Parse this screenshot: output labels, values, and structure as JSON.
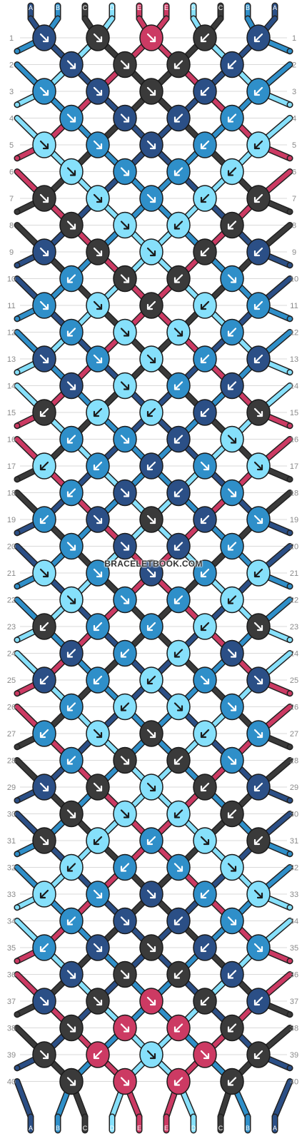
{
  "pattern": {
    "colors": {
      "A": "#2b4f86",
      "B": "#2f8fc9",
      "C": "#3a3a3a",
      "D": "#86e0fb",
      "E": "#cc3a63"
    },
    "top_strings": [
      "A",
      "B",
      "C",
      "D",
      "E",
      "E",
      "D",
      "C",
      "B",
      "A"
    ],
    "bottom_strings": [
      "A",
      "B",
      "C",
      "D",
      "E",
      "E",
      "D",
      "C",
      "B",
      "A"
    ],
    "row_numbers": [
      1,
      2,
      3,
      4,
      5,
      6,
      7,
      8,
      9,
      10,
      11,
      12,
      13,
      14,
      15,
      16,
      17,
      18,
      19,
      20,
      21,
      22,
      23,
      24,
      25,
      26,
      27,
      28,
      29,
      30,
      31,
      32,
      33,
      34,
      35,
      36,
      37,
      38,
      39,
      40
    ],
    "rows": [
      [
        "A:br",
        "C:br",
        "E:br",
        "C:bl",
        "A:bl"
      ],
      [
        "A:br",
        "C:br",
        "C:bl",
        "A:bl"
      ],
      [
        "B:br",
        "A:br",
        "C:br",
        "A:bl",
        "B:bl"
      ],
      [
        "B:br",
        "A:br",
        "A:bl",
        "B:bl"
      ],
      [
        "D:br",
        "B:br",
        "A:br",
        "B:bl",
        "D:bl"
      ],
      [
        "D:br",
        "B:br",
        "B:bl",
        "D:bl"
      ],
      [
        "C:br",
        "D:br",
        "B:br",
        "D:bl",
        "C:bl"
      ],
      [
        "C:br",
        "D:br",
        "D:bl",
        "C:bl"
      ],
      [
        "A:br",
        "C:br",
        "D:br",
        "C:bl",
        "A:bl"
      ],
      [
        "B:bl",
        "C:br",
        "C:bl",
        "B:br"
      ],
      [
        "B:br",
        "D:br",
        "C:bl",
        "D:bl",
        "B:bl"
      ],
      [
        "B:bl",
        "D:br",
        "D:br",
        "B:bl"
      ],
      [
        "A:br",
        "B:br",
        "D:br",
        "B:bl",
        "A:bl"
      ],
      [
        "A:br",
        "D:br",
        "B:bl",
        "A:bl"
      ],
      [
        "C:bl",
        "D:bl",
        "D:bl",
        "A:bl",
        "C:br"
      ],
      [
        "B:bl",
        "B:br",
        "A:bl",
        "D:br"
      ],
      [
        "D:bl",
        "B:bl",
        "A:bl",
        "B:br",
        "D:br"
      ],
      [
        "B:bl",
        "A:br",
        "A:bl",
        "B:br"
      ],
      [
        "B:bl",
        "A:br",
        "C:br",
        "A:bl",
        "B:br"
      ],
      [
        "B:br",
        "A:br",
        "A:bl",
        "B:bl"
      ],
      [
        "D:br",
        "B:br",
        "A:br",
        "B:bl",
        "D:bl"
      ],
      [
        "D:br",
        "B:br",
        "B:bl",
        "D:bl"
      ],
      [
        "C:bl",
        "B:bl",
        "B:bl",
        "D:bl",
        "C:br"
      ],
      [
        "A:bl",
        "B:bl",
        "D:bl",
        "A:br"
      ],
      [
        "A:bl",
        "B:bl",
        "D:bl",
        "B:br",
        "A:br"
      ],
      [
        "B:bl",
        "D:bl",
        "D:br",
        "B:br"
      ],
      [
        "B:bl",
        "D:br",
        "C:br",
        "D:bl",
        "B:br"
      ],
      [
        "B:bl",
        "C:br",
        "C:bl",
        "B:br"
      ],
      [
        "A:br",
        "C:br",
        "D:br",
        "C:bl",
        "A:bl"
      ],
      [
        "C:br",
        "D:br",
        "D:bl",
        "C:bl"
      ],
      [
        "C:br",
        "D:bl",
        "B:bl",
        "D:br",
        "C:bl"
      ],
      [
        "D:bl",
        "B:bl",
        "B:br",
        "D:br"
      ],
      [
        "D:bl",
        "B:br",
        "A:br",
        "B:bl",
        "D:br"
      ],
      [
        "B:bl",
        "A:br",
        "A:bl",
        "B:br"
      ],
      [
        "B:bl",
        "A:br",
        "C:br",
        "A:bl",
        "B:br"
      ],
      [
        "A:br",
        "C:br",
        "C:bl",
        "A:bl"
      ],
      [
        "A:br",
        "C:br",
        "E:br",
        "C:bl",
        "A:bl"
      ],
      [
        "C:br",
        "E:br",
        "E:bl",
        "C:bl"
      ],
      [
        "C:br",
        "E:bl",
        "D:br",
        "E:br",
        "C:bl"
      ],
      [
        "C:br",
        "E:br",
        "E:bl",
        "C:bl"
      ]
    ]
  },
  "watermark": "BRACELETBOOK.COM"
}
